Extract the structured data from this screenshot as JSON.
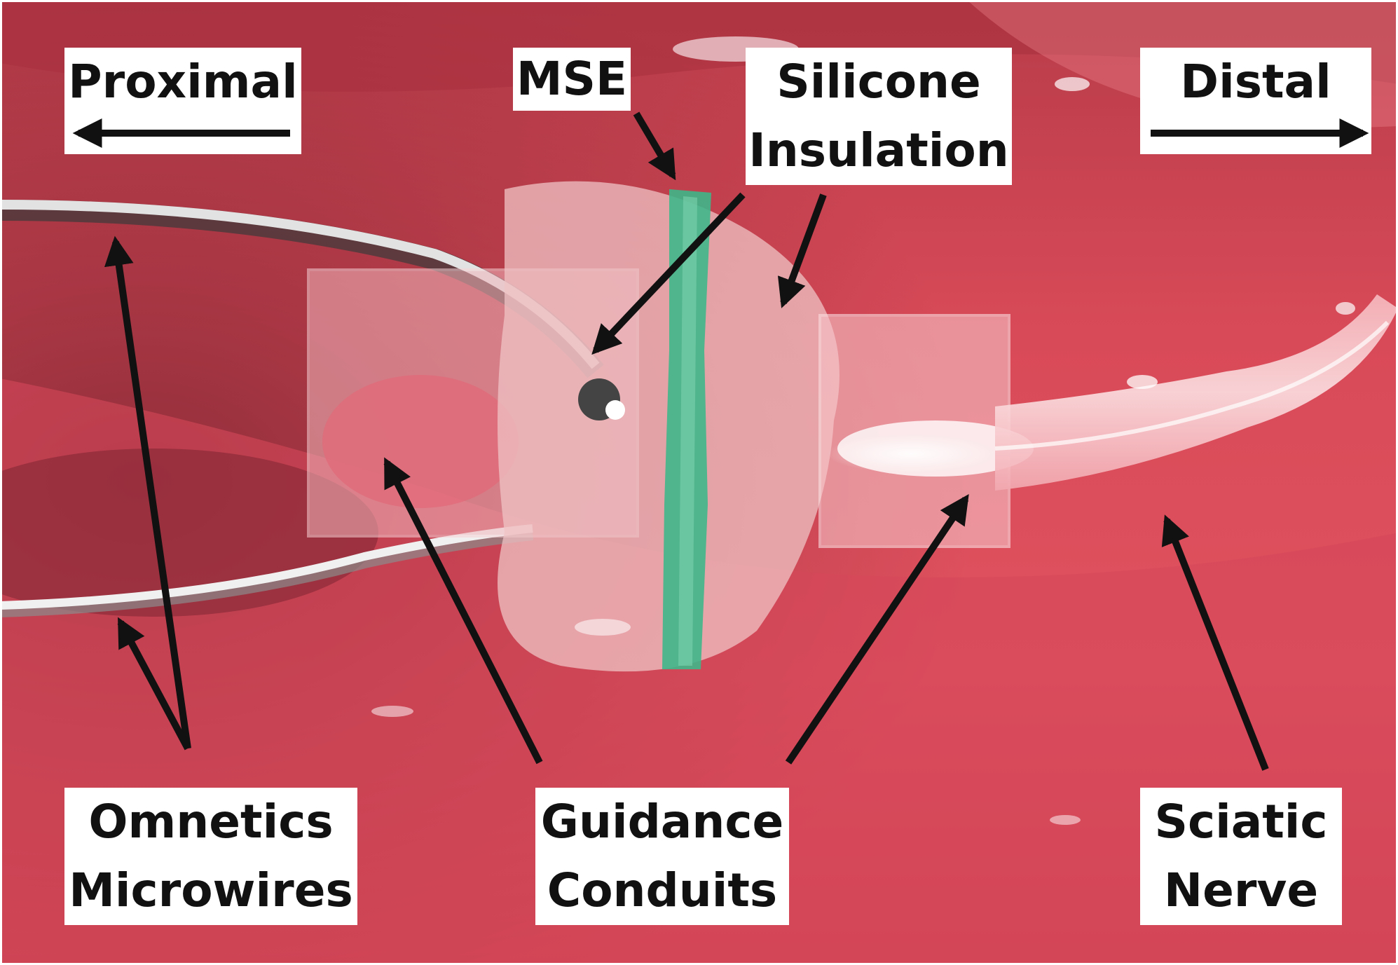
{
  "labels": {
    "proximal": "Proximal",
    "distal": "Distal",
    "mse": "MSE",
    "silicone_line1": "Silicone",
    "silicone_line2": "Insulation",
    "omnetics_line1": "Omnetics",
    "omnetics_line2": "Microwires",
    "guidance_line1": "Guidance",
    "guidance_line2": "Conduits",
    "sciatic_line1": "Sciatic",
    "sciatic_line2": "Nerve"
  },
  "colors": {
    "tissue": "#e0505e",
    "tissue_light": "#f07882",
    "tissue_dark": "#9a2a36",
    "electrode_green": "#3fb68a",
    "wire": "#d8d8d8",
    "label_bg": "#ffffff",
    "arrow": "#111111"
  }
}
